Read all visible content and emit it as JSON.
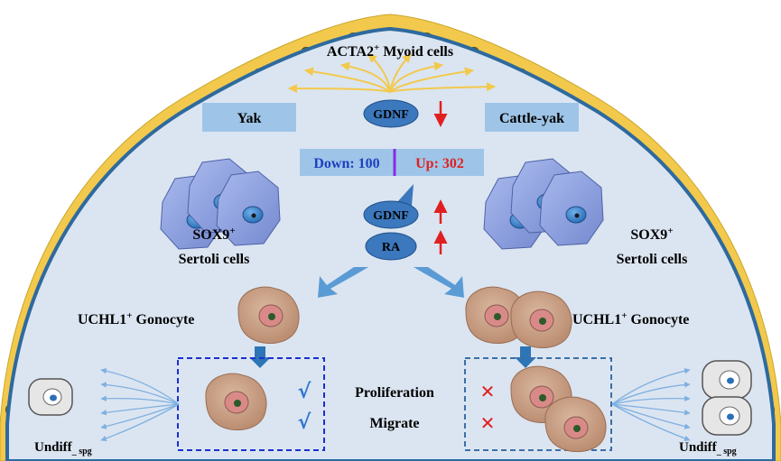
{
  "title_top": {
    "base": "ACTA2",
    "sup": "+",
    "rest": " Myoid cells"
  },
  "species_left": "Yak",
  "species_right": "Cattle-yak",
  "gdnf_top": "GDNF",
  "deg_down": "Down: 100",
  "deg_up": "Up: 302",
  "gdnf_mid": "GDNF",
  "ra": "RA",
  "sertoli_left": {
    "line1_base": "SOX9",
    "line1_sup": "+",
    "line2": "Sertoli cells"
  },
  "sertoli_right": {
    "line1_base": "SOX9",
    "line1_sup": "+",
    "line2": "Sertoli cells"
  },
  "gonocyte_left": {
    "base": "UCHL1",
    "sup": "+",
    "rest": " Gonocyte"
  },
  "gonocyte_right": {
    "base": "UCHL1",
    "sup": "+",
    "rest": " Gonocyte"
  },
  "proliferation": "Proliferation",
  "migrate": "Migrate",
  "check_mark": "√",
  "cross_mark": "✕",
  "undiff_left": {
    "base": "Undiff",
    "sub": "_ spg"
  },
  "undiff_right": {
    "base": "Undiff",
    "sub": "_ spg"
  },
  "colors": {
    "tubule_fill": "#dbe5f1",
    "membrane": "#2e6a9e",
    "myoid": "#f2c94c",
    "label_box": "#9ec5e8",
    "oval": "#3b78bd",
    "down_text": "#1f3fbf",
    "up_text": "#e02020",
    "sertoli": "#8aa0de",
    "gonocyte": "#c8a48c",
    "arrow_blue": "#5b9bd5",
    "check": "#2e75d1",
    "cross": "#e02020"
  }
}
